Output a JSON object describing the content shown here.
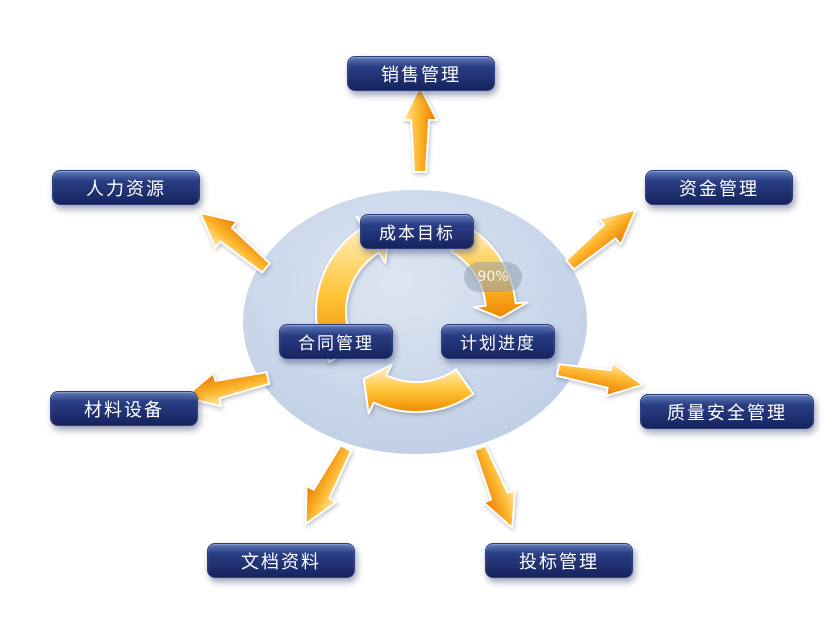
{
  "diagram": {
    "center_nodes": {
      "cost": {
        "label": "成本目标"
      },
      "contract": {
        "label": "合同管理"
      },
      "schedule": {
        "label": "计划进度"
      }
    },
    "outer_nodes": {
      "sales": {
        "label": "销售管理"
      },
      "hr": {
        "label": "人力资源"
      },
      "funds": {
        "label": "资金管理"
      },
      "materials": {
        "label": "材料设备"
      },
      "quality": {
        "label": "质量安全管理"
      },
      "docs": {
        "label": "文档资料"
      },
      "bidding": {
        "label": "投标管理"
      }
    },
    "watermark": "90%",
    "colors": {
      "node_navy": "#16235e",
      "node_navy_light": "#5d7ab9",
      "ellipse_blue": "#c6d4e9",
      "arrow_gold": "#ffd978",
      "arrow_orange": "#e87800"
    }
  }
}
